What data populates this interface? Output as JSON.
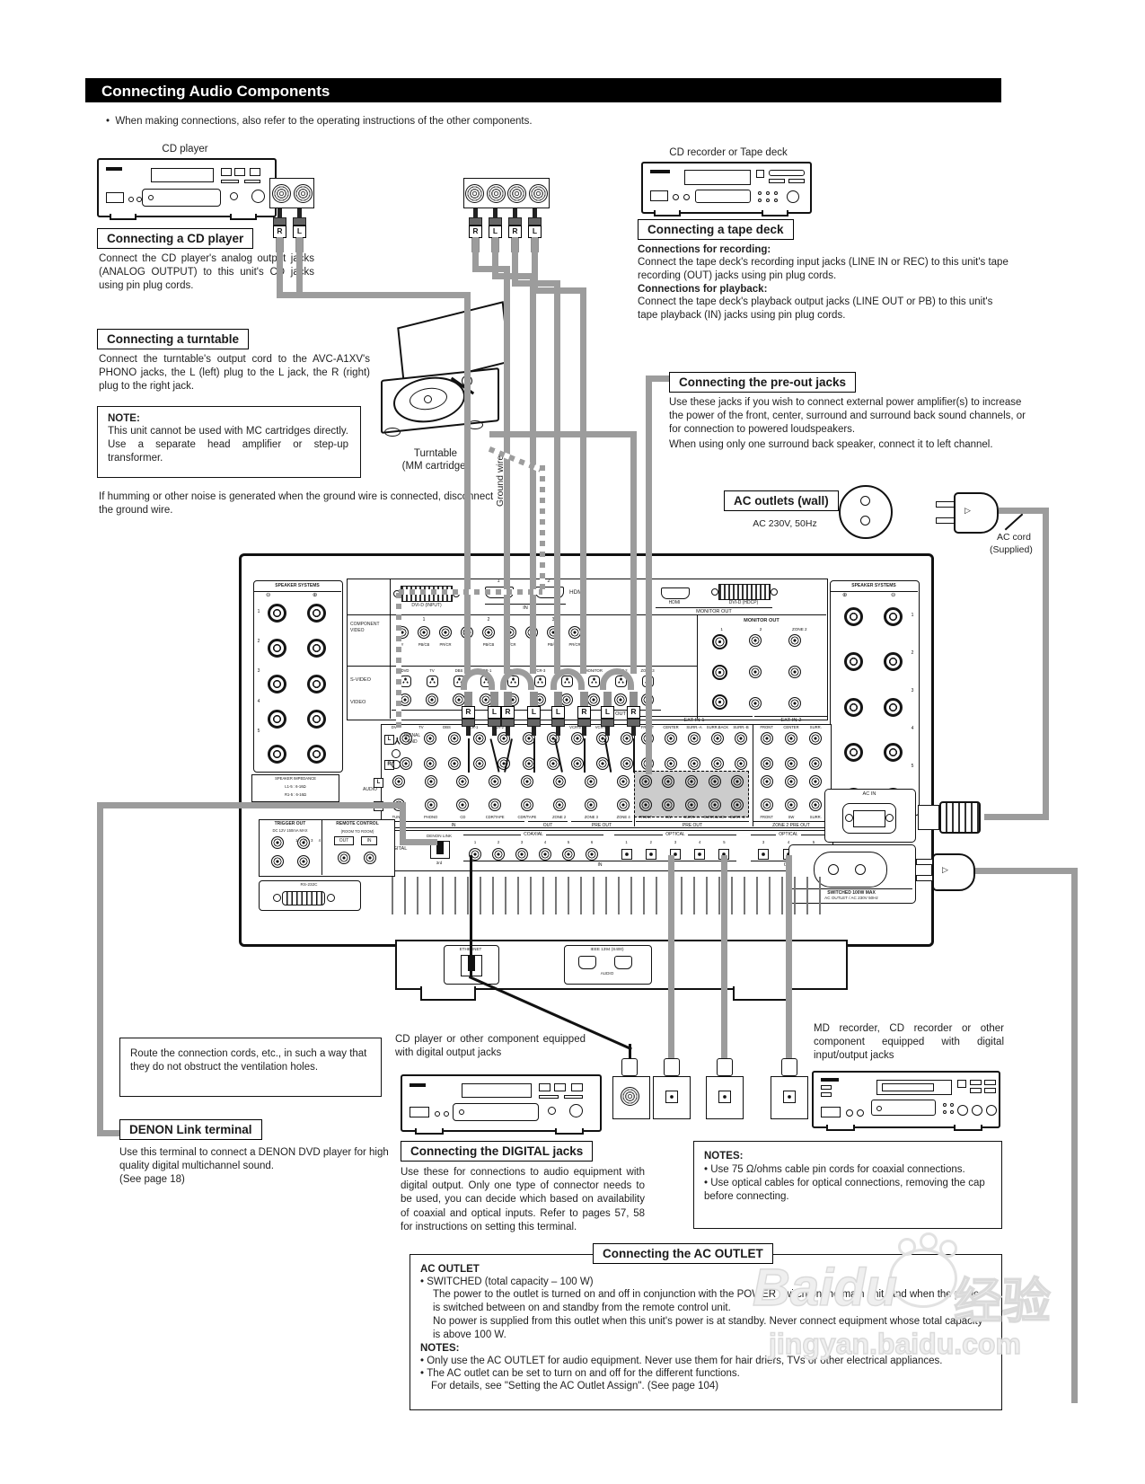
{
  "page": {
    "title": "Connecting Audio Components",
    "intro_bullet": "When making connections, also refer to the operating instructions of the other components.",
    "watermark_1": "Baidu",
    "watermark_2": "经验",
    "watermark_3": "jingyan.baidu.com"
  },
  "cd": {
    "device_label": "CD player",
    "heading": "Connecting a CD player",
    "body": "Connect the CD player's analog output jacks (ANALOG OUTPUT) to this unit's CD jacks using pin plug cords."
  },
  "tape": {
    "device_label": "CD recorder or Tape deck",
    "heading": "Connecting a tape deck",
    "rec_title": "Connections for recording:",
    "rec_body": "Connect the tape deck's recording input jacks (LINE IN or REC) to this unit's tape recording (OUT) jacks using pin plug cords.",
    "pb_title": "Connections for playback:",
    "pb_body": "Connect the tape deck's playback output jacks (LINE OUT or PB) to this unit's tape playback (IN) jacks using pin plug cords."
  },
  "turntable": {
    "heading": "Connecting a turntable",
    "body": "Connect the turntable's output cord to the AVC-A1XV's PHONO jacks, the L (left) plug to the L jack, the R (right) plug to the right jack.",
    "note_title": "NOTE:",
    "note_body": "This unit cannot be used with MC cartridges directly. Use a separate head amplifier or step-up transformer.",
    "device_label_1": "Turntable",
    "device_label_2": "(MM cartridge)",
    "ground_wire": "Ground wire",
    "hum_note": "If humming or other noise is generated when the ground wire is connected, disconnect the ground wire."
  },
  "preout": {
    "heading": "Connecting the pre-out jacks",
    "body_1": "Use these jacks if you wish to connect external power amplifier(s) to increase the power of the front, center, surround and surround back sound channels, or for connection to powered loudspeakers.",
    "body_2": "When using only one surround back speaker, connect it to left channel."
  },
  "ac_wall": {
    "heading": "AC outlets (wall)",
    "subtitle": "AC 230V, 50Hz",
    "cord_label": "AC cord",
    "cord_label_2": "(Supplied)"
  },
  "bottom": {
    "route_note": "Route the connection cords, etc., in such a way that they do not obstruct the ventilation holes.",
    "digital_src_label": "CD player or other component equipped with digital output jacks",
    "digital_io_label": "MD recorder, CD recorder or other component equipped with digital input/output jacks",
    "denon_heading": "DENON Link terminal",
    "denon_body": "Use this terminal to connect a DENON DVD player for high quality digital multichannel sound.\n(See page 18)",
    "digital_heading": "Connecting the DIGITAL jacks",
    "digital_body": "Use these for connections to audio equipment with digital output. Only one type of connector needs to be used, you can decide which based on availability of coaxial and optical inputs. Refer to pages 57, 58 for instructions on setting this terminal.",
    "notes_title": "NOTES:",
    "note_1": "Use 75 Ω/ohms cable pin cords for coaxial connections.",
    "note_2": "Use optical cables for optical connections, removing the cap before connecting."
  },
  "acbox": {
    "heading": "Connecting the AC OUTLET",
    "title": "AC OUTLET",
    "b1": "SWITCHED  (total capacity – 100 W)",
    "p1": "The power to the outlet is turned on and off in conjunction with the POWER switch on the main unit, and when the power is switched between on and standby from the remote control unit.",
    "p2": "No power is supplied from this outlet when this unit's power is at standby. Never connect equipment whose total capacity is above 100 W.",
    "notes_title": "NOTES:",
    "n1": "Only use the AC OUTLET for audio equipment. Never use them for hair driers, TVs or other electrical appliances.",
    "n2": "The AC outlet can be set to turn on and off for the different functions.",
    "n3": "For details, see \"Setting the AC Outlet Assign\". (See page 104)"
  },
  "panel": {
    "sp_title": "SPEAKER SYSTEMS",
    "sp_nums": [
      "1",
      "2",
      "3",
      "4",
      "5"
    ],
    "minus_sym": "⊖",
    "plus_sym": "⊕",
    "imp": [
      "SPEAKER IMPEDANCE",
      "L1-5 : 6-16Ω",
      "R1-5 : 6-16Ω"
    ],
    "dvi_in_label": "DVI-D (INPUT)",
    "hdmi": "HDMI",
    "hdmi_nums": [
      "1",
      "2"
    ],
    "in": "IN",
    "out": "OUT",
    "monitor_out": "MONITOR OUT",
    "dvi_out_label": "DVI-D (HDCP)",
    "comp_label": "COMPONENT\nVIDEO",
    "comp_nums": [
      "1",
      "2",
      "3"
    ],
    "comp_sub": [
      "Y",
      "PB/CB",
      "PR/CR",
      "Y",
      "PB/CB",
      "PR/CR",
      "Y",
      "PB/CB",
      "PR/CR"
    ],
    "mo_cols": [
      "1",
      "2",
      "ZONE 2"
    ],
    "svideo": "S-VIDEO",
    "video": "VIDEO",
    "svideo_labels": [
      "DVD",
      "TV",
      "DBS",
      "VCR-1",
      "VCR-2",
      "VCR-3",
      "VCR-4",
      "MONITOR",
      "ZONE 2",
      "ZONE 3"
    ],
    "sources10": [
      "DVD",
      "TV",
      "DBS",
      "VCR-1",
      "VCR-2",
      "",
      "",
      "VCR-3",
      "VCR-4",
      ""
    ],
    "ext_in_1": "EXT IN-1",
    "ext_in_2": "EXT IN-2",
    "ext1": [
      "FRONT",
      "CENTER",
      "SURR.-A",
      "SURR.BACK",
      "SURR.-B"
    ],
    "ext2": [
      "FRONT",
      "CENTER",
      "SURR."
    ],
    "l": "L",
    "r": "R",
    "audio": "AUDIO",
    "signal_gnd": "SIGNAL\nGND",
    "bank2": [
      "TUNER",
      "PHONO",
      "CD",
      "CDR/TAPE",
      "CDR/TAPE",
      "ZONE 2",
      "ZONE 3",
      "ZONE 4"
    ],
    "preout_ch": [
      "FRONT",
      "SW",
      "SURR.-A",
      "SURR.BACK",
      "SURR.-B"
    ],
    "z2preout_ch": [
      "FRONT",
      "SW",
      "SURR."
    ],
    "bracket_in": "IN",
    "bracket_out": "OUT",
    "bracket_preout": "PRE OUT",
    "bracket_z2preout": "ZONE 2 PRE OUT",
    "digital": "DIGITAL",
    "denon_link": "DENON LINK",
    "dl_sub": "3rd",
    "coaxial": "COAXIAL",
    "optical": "OPTICAL",
    "coax_nums": [
      "1",
      "2",
      "3",
      "4",
      "5",
      "6"
    ],
    "opt_nums": [
      "1",
      "2",
      "3",
      "4",
      "5"
    ],
    "opt_out_nums": [
      "3",
      "4",
      "5"
    ],
    "trigger_out": "TRIGGER OUT",
    "trigger_sub": "DC 12V 150mA MAX",
    "trig_nums": [
      "1",
      "2",
      "3",
      "4"
    ],
    "remote": "REMOTE CONTROL",
    "room": "(ROOM TO ROOM)",
    "rc_out": "OUT",
    "rc_in": "IN",
    "rs232": "RS-232C",
    "ac_in": "AC IN",
    "switched": "SWITCHED 100W MAX",
    "ac_outlet_line": "AC OUTLET / AC 230V 50Hz",
    "ethernet": "ETHERNET",
    "ieee": "IEEE 1394 (S400)",
    "ieee_audio": "AUDIO",
    "plug_letters": [
      "R",
      "L",
      "R",
      "L",
      "L",
      "R",
      "L",
      "R"
    ],
    "cd_plug_letters": [
      "R",
      "L"
    ],
    "tape_plug_letters": [
      "R",
      "L",
      "R",
      "L"
    ]
  }
}
